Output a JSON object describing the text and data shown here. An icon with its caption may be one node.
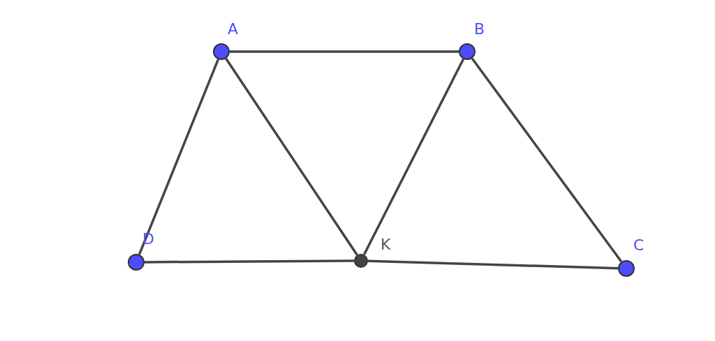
{
  "diagram": {
    "nodes": [
      {
        "text": [],
        "shape": "circle",
        "beside": [
          "A"
        ]
      },
      {
        "text": [],
        "shape": "circle",
        "beside": [
          "B"
        ]
      },
      {
        "text": [],
        "shape": "circle",
        "beside": [
          "C"
        ]
      },
      {
        "text": [],
        "shape": "circle",
        "beside": [
          "D"
        ]
      },
      {
        "text": [],
        "shape": "circle",
        "beside": [
          "K"
        ]
      }
    ],
    "edges": [
      {
        "from": 0,
        "to": 1,
        "arrow": "none"
      },
      {
        "from": 3,
        "to": 0,
        "arrow": "none"
      },
      {
        "from": 0,
        "to": 4,
        "arrow": "none"
      },
      {
        "from": 4,
        "to": 1,
        "arrow": "none"
      },
      {
        "from": 1,
        "to": 2,
        "arrow": "none"
      },
      {
        "from": 3,
        "to": 4,
        "arrow": "none"
      },
      {
        "from": 4,
        "to": 2,
        "arrow": "none"
      }
    ]
  }
}
